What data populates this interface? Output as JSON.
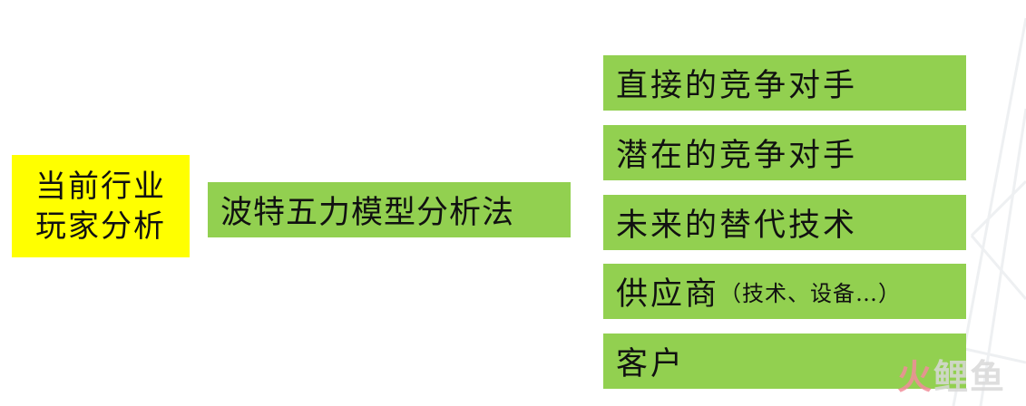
{
  "root": {
    "line1": "当前行业",
    "line2": "玩家分析"
  },
  "method": {
    "label": "波特五力模型分析法"
  },
  "forces": [
    {
      "label": "直接的竞争对手"
    },
    {
      "label": "潜在的竞争对手"
    },
    {
      "label": "未来的替代技术"
    },
    {
      "label": "供应商",
      "note": "（技术、设备…）"
    },
    {
      "label": "客户"
    }
  ],
  "watermark": {
    "accent": "火",
    "text": "鲤鱼"
  },
  "colors": {
    "root_fill": "#ffff00",
    "box_fill": "#92d050",
    "text": "#111111"
  }
}
